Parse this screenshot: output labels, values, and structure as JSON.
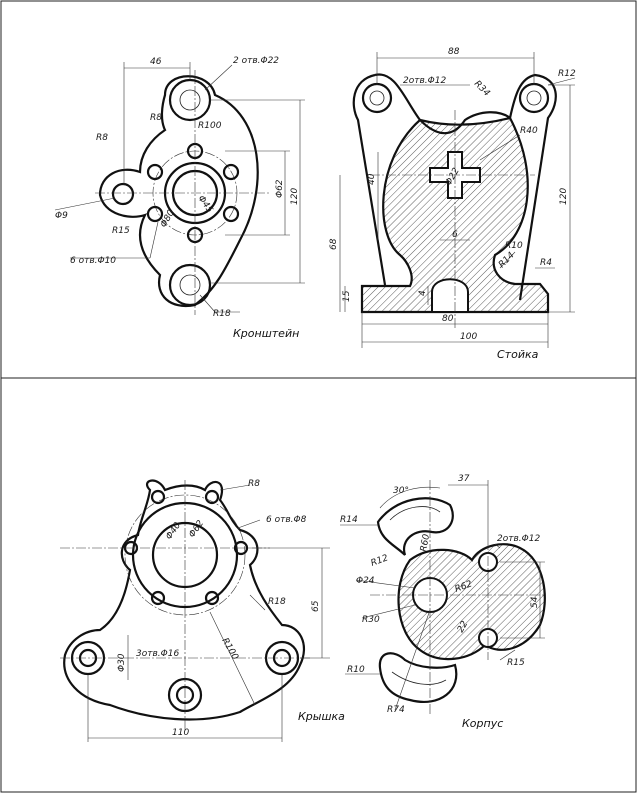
{
  "panels": [
    {
      "title": "Кронштейн",
      "labels": [
        "46",
        "2 отв.Φ22",
        "R100",
        "R8",
        "R8",
        "Φ62",
        "120",
        "Φ9",
        "R15",
        "Φ45",
        "Φ80",
        "6 отв.Φ10",
        "R18"
      ]
    },
    {
      "title": "Стойка",
      "labels": [
        "88",
        "2отв.Φ12",
        "R34",
        "R12",
        "R40",
        "Φ22",
        "40",
        "120",
        "6",
        "68",
        "R10",
        "R14",
        "R4",
        "15",
        "4",
        "80",
        "100"
      ]
    },
    {
      "title": "Крышка",
      "labels": [
        "R8",
        "Φ40",
        "Φ62",
        "6 отв.Φ8",
        "R18",
        "65",
        "R100",
        "Φ30",
        "3отв.Φ16",
        "110"
      ]
    },
    {
      "title": "Корпус",
      "labels": [
        "30°",
        "37",
        "R14",
        "R60",
        "2отв.Φ12",
        "R12",
        "Φ24",
        "R62",
        "54",
        "R30",
        "22",
        "R15",
        "R10",
        "R74"
      ]
    }
  ]
}
